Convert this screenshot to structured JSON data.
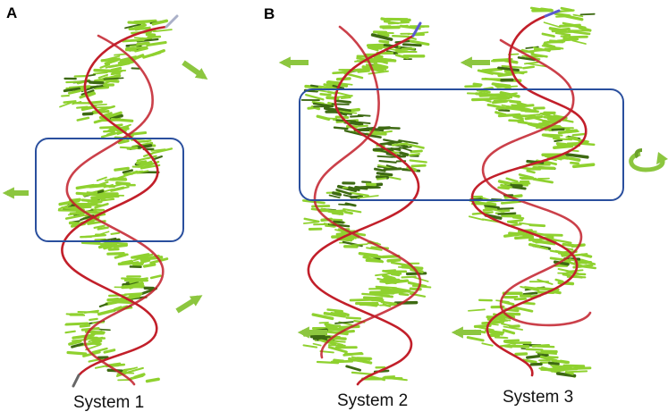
{
  "panels": [
    {
      "label": "A"
    },
    {
      "label": "B"
    }
  ],
  "systems": [
    {
      "label": "System 1"
    },
    {
      "label": "System 2"
    },
    {
      "label": "System 3"
    }
  ],
  "colors": {
    "background": "#ffffff",
    "backbone": "#c21f2a",
    "vector": "#8fd12f",
    "vector_dark": "#3d6a12",
    "motion_arrow": "#8cc63f",
    "highlight_box": "#2a4f9e"
  },
  "icons": [
    "left-arrow-icon",
    "diagonal-arrow-icon",
    "rotation-arrow-icon"
  ]
}
